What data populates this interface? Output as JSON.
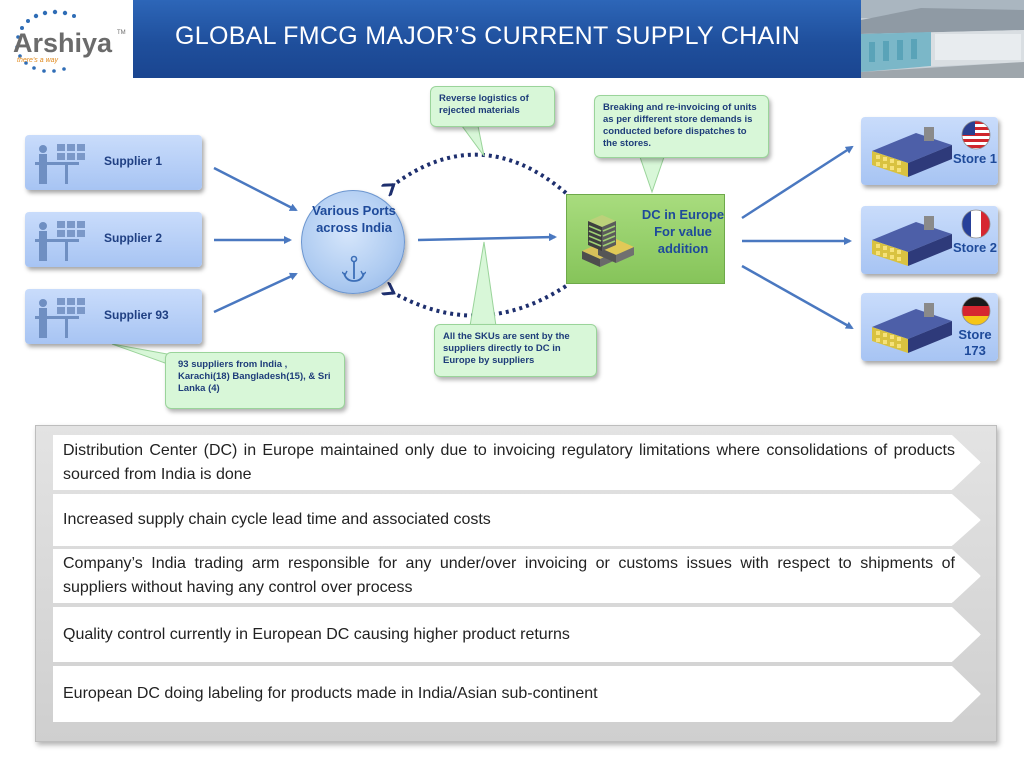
{
  "header": {
    "title": "GLOBAL FMCG MAJOR’S CURRENT SUPPLY CHAIN",
    "logo": {
      "brand": "Arshiya",
      "tagline": "there's a way",
      "trademark": "TM"
    },
    "photo_icon": "warehouse-photo"
  },
  "suppliers": [
    {
      "label": "Supplier 1",
      "icon": "worker-boxes-icon"
    },
    {
      "label": "Supplier 2",
      "icon": "worker-boxes-icon"
    },
    {
      "label": "Supplier 93",
      "icon": "worker-boxes-icon"
    }
  ],
  "port": {
    "label": "Various Ports across India",
    "icon": "anchor-icon"
  },
  "dc": {
    "label": "DC in Europe For value addition",
    "icon": "warehouse-stack-icon"
  },
  "stores": [
    {
      "label": "Store 1",
      "flag": "usa-flag-icon"
    },
    {
      "label": "Store 2",
      "flag": "france-flag-icon"
    },
    {
      "label": "Store 173",
      "flag": "germany-flag-icon"
    }
  ],
  "callouts": {
    "reverse_logistics": "Reverse logistics of rejected materials",
    "breaking": "Breaking and re-invoicing of units as per different store demands is conducted before dispatches to the stores.",
    "skus": "All the SKUs are sent by the suppliers directly to DC in Europe by suppliers",
    "suppliers_origin": "93 suppliers from India , Karachi(18) Bangladesh(15), & Sri Lanka (4)"
  },
  "points": [
    "Distribution Center (DC) in Europe maintained only due to invoicing regulatory limitations where consolidations of products sourced from India is done",
    "Increased supply chain cycle lead time and associated costs",
    "Company’s India trading arm responsible for any under/over invoicing or customs issues with respect to shipments of suppliers without having any control over process",
    "Quality control currently in European DC causing higher product returns",
    "European DC doing labeling for products made in India/Asian sub-continent"
  ],
  "colors": {
    "title_bar": "#1f4f9c",
    "box_blue": "#b8d0f7",
    "box_text": "#1e4a9a",
    "dc_green": "#93cd68",
    "callout_green": "#d8f7d8",
    "arrow_blue": "#4a78c0",
    "dotted_navy": "#1e2f6e"
  }
}
